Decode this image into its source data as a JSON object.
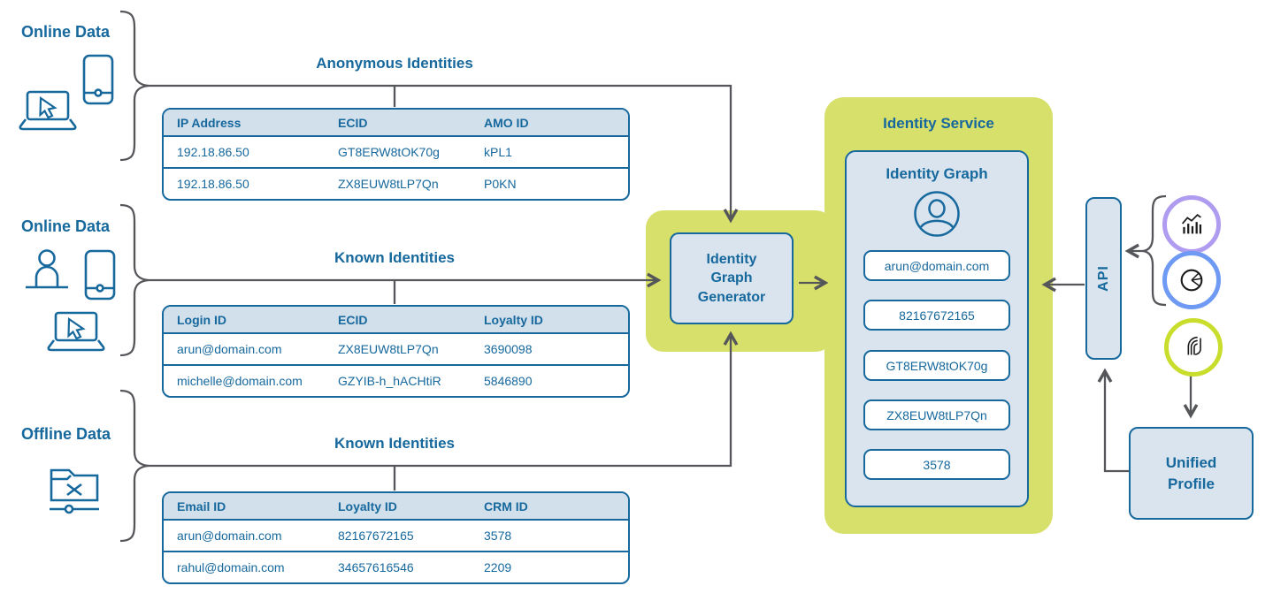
{
  "colors": {
    "primary_blue": "#16689D",
    "light_blue_fill": "#D9E4EE",
    "table_header_fill": "#D2E0EC",
    "lime_panel": "#D8E06C",
    "connector_gray": "#55565A",
    "ring_purple": "#AF9BEF",
    "ring_blue": "#6E9AF3",
    "ring_lime": "#C9DD2D"
  },
  "sources": [
    {
      "label": "Online Data",
      "icons": [
        "laptop-cursor-icon",
        "phone-icon"
      ]
    },
    {
      "label": "Online Data",
      "icons": [
        "person-icon",
        "phone-icon",
        "laptop-cursor-icon"
      ]
    },
    {
      "label": "Offline Data",
      "icons": [
        "network-folder-icon"
      ]
    }
  ],
  "tables": [
    {
      "title": "Anonymous Identities",
      "headers": [
        "IP Address",
        "ECID",
        "AMO ID"
      ],
      "rows": [
        [
          "192.18.86.50",
          "GT8ERW8tOK70g",
          "kPL1"
        ],
        [
          "192.18.86.50",
          "ZX8EUW8tLP7Qn",
          "P0KN"
        ]
      ]
    },
    {
      "title": "Known Identities",
      "headers": [
        "Login ID",
        "ECID",
        "Loyalty ID"
      ],
      "rows": [
        [
          "arun@domain.com",
          "ZX8EUW8tLP7Qn",
          "3690098"
        ],
        [
          "michelle@domain.com",
          "GZYIB-h_hACHtiR",
          "5846890"
        ]
      ]
    },
    {
      "title": "Known Identities",
      "headers": [
        "Email ID",
        "Loyalty ID",
        "CRM ID"
      ],
      "rows": [
        [
          "arun@domain.com",
          "82167672165",
          "3578"
        ],
        [
          "rahul@domain.com",
          "34657616546",
          "2209"
        ]
      ]
    }
  ],
  "generator": {
    "label": "Identity\nGraph\nGenerator"
  },
  "identity_service": {
    "title": "Identity Service",
    "graph_title": "Identity Graph",
    "ids": [
      "arun@domain.com",
      "82167672165",
      "GT8ERW8tOK70g",
      "ZX8EUW8tLP7Qn",
      "3578"
    ]
  },
  "api": {
    "label": "API"
  },
  "unified_profile": {
    "label": "Unified\nProfile"
  },
  "consumers": [
    "analytics-chart-icon",
    "pie-chart-icon",
    "platform-logo-icon"
  ]
}
